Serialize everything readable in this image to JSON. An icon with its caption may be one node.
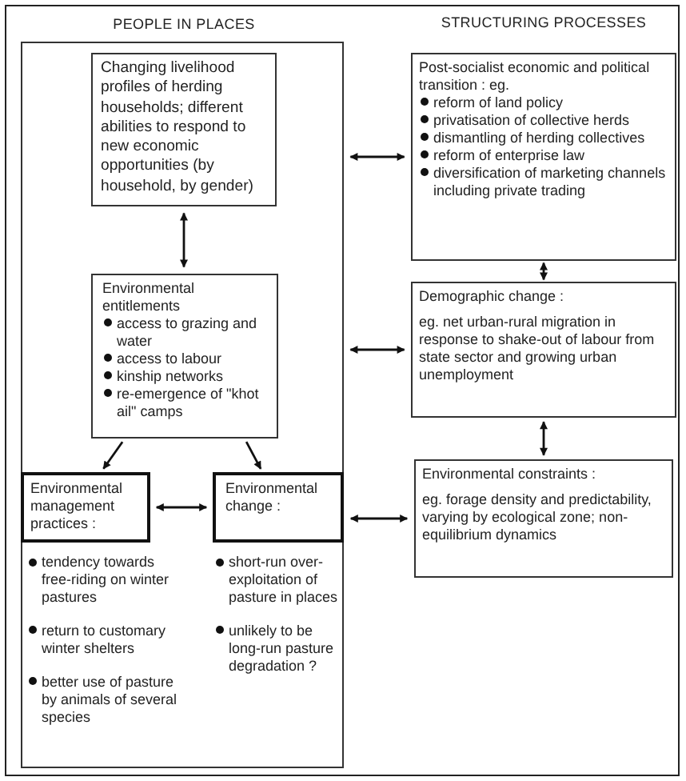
{
  "diagram": {
    "nodes": [
      {
        "text": [
          "PEOPLE IN PLACES"
        ]
      },
      {
        "text": [
          "Changing livelihood profiles of herding households; different abilities to respond to new economic opportunities (by household, by gender)"
        ],
        "in": 0
      },
      {
        "text": [
          "Environmental entitlements",
          "access to grazing and water",
          "access to labour",
          "kinship networks",
          "re-emergence of \"khot ail\" camps"
        ],
        "in": 0
      },
      {
        "text": [
          "Environmental management practices :"
        ],
        "in": 0,
        "beside": [
          "tendency towards free-riding on winter pastures",
          "return to customary winter shelters",
          "better use of pasture by animals of several species"
        ]
      },
      {
        "text": [
          "Environmental change :"
        ],
        "in": 0,
        "beside": [
          "short-run over-exploitation of pasture in places",
          "unlikely to be long-run pasture degradation ?"
        ]
      },
      {
        "text": [
          "Post-socialist economic and political transition : eg.",
          "reform of land policy",
          "privatisation of collective herds",
          "dismantling of herding collectives",
          "reform of enterprise law",
          "diversification of marketing channels including private trading"
        ]
      },
      {
        "text": [
          "Demographic change :",
          "eg. net urban-rural migration in response to shake-out of labour from state sector and growing urban unemployment"
        ]
      },
      {
        "text": [
          "Environmental constraints :",
          "eg. forage density and predictability, varying by ecological zone; non-equilibrium dynamics"
        ]
      }
    ],
    "edges": [
      {
        "from": 1,
        "to": 2,
        "arrow": "both"
      },
      {
        "from": 2,
        "to": 3,
        "arrow": "to"
      },
      {
        "from": 2,
        "to": 4,
        "arrow": "to"
      },
      {
        "from": 3,
        "to": 4,
        "arrow": "both"
      },
      {
        "from": 0,
        "to": 5,
        "arrow": "both"
      },
      {
        "from": 0,
        "to": 6,
        "arrow": "both"
      },
      {
        "from": 0,
        "to": 7,
        "arrow": "both"
      },
      {
        "from": 5,
        "to": 6,
        "arrow": "both"
      },
      {
        "from": 6,
        "to": 7,
        "arrow": "both"
      }
    ],
    "labels": [
      "STRUCTURING PROCESSES"
    ]
  }
}
